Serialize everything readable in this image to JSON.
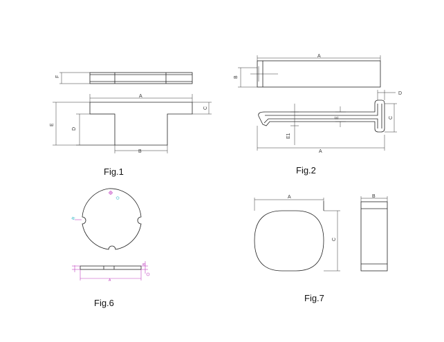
{
  "captions": {
    "fig1": "Fig.1",
    "fig2": "Fig.2",
    "fig6": "Fig.6",
    "fig7": "Fig.7"
  },
  "fig1": {
    "F": "F",
    "A": "A",
    "B": "B",
    "C": "C",
    "D": "D",
    "E": "E"
  },
  "fig2": {
    "A_top": "A",
    "B": "B",
    "D": "D",
    "C": "C",
    "E": "E",
    "E1": "E1",
    "A_bottom": "A"
  },
  "fig6": {
    "A": "A",
    "B": "B",
    "R": "R",
    "dia": "∅"
  },
  "fig7": {
    "A": "A",
    "B": "B",
    "C": "C"
  },
  "colors": {
    "magenta": "#c040c0",
    "cyan": "#20b0c0",
    "line": "#222222"
  }
}
